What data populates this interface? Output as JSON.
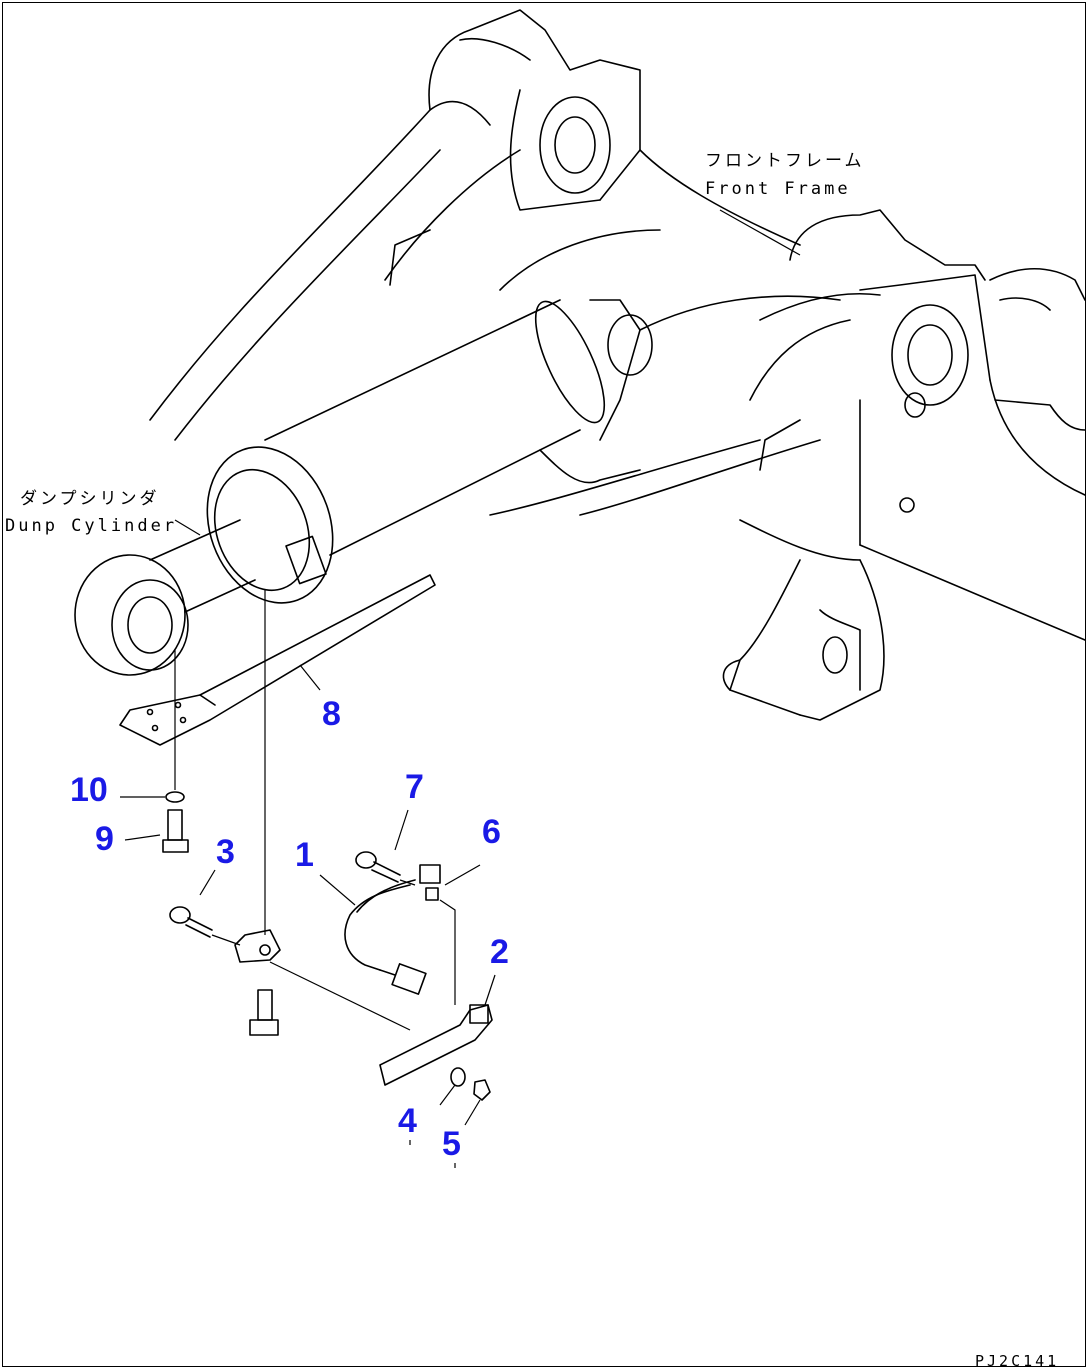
{
  "labels": {
    "front_frame_jp": "フロントフレーム",
    "front_frame_en": "Front Frame",
    "dump_cylinder_jp": "ダンプシリンダ",
    "dump_cylinder_en": "Dunp Cylinder"
  },
  "callouts": {
    "c1": "1",
    "c2": "2",
    "c3": "3",
    "c4": "4",
    "c5": "5",
    "c6": "6",
    "c7": "7",
    "c8": "8",
    "c9": "9",
    "c10": "10"
  },
  "drawing_code": "PJ2C141",
  "colors": {
    "callout": "#1a1ae6",
    "line": "#000000",
    "background": "#ffffff"
  }
}
